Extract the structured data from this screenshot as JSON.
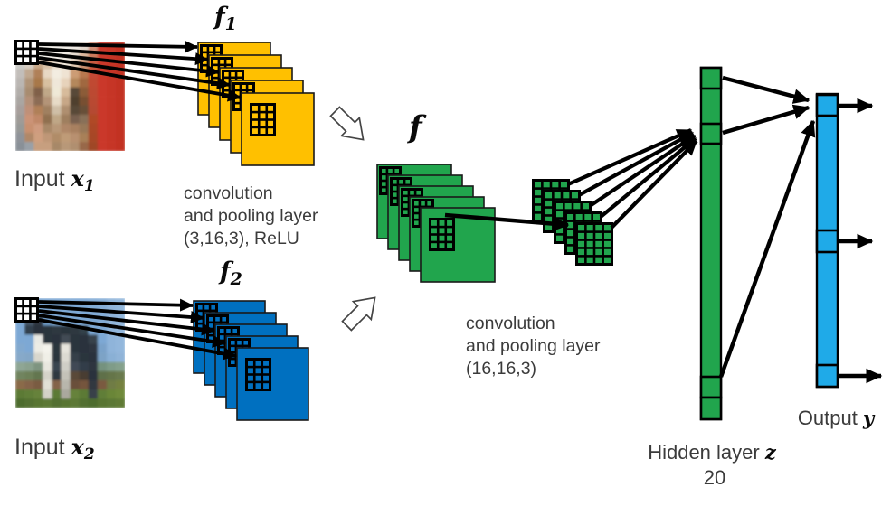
{
  "colors": {
    "map_yellow": "#FFC000",
    "map_blue": "#0070C0",
    "map_green": "#21A54D",
    "hidden_green": "#21A54D",
    "output_blue": "#1FAAE8",
    "arrow": "#000000",
    "text": "#3b3b3b"
  },
  "labels": {
    "f1": {
      "main": "f",
      "sub": "1"
    },
    "f2": {
      "main": "f",
      "sub": "2"
    },
    "f": {
      "main": "f"
    },
    "input1": {
      "prefix": "Input ",
      "var": "x",
      "sub": "1"
    },
    "input2": {
      "prefix": "Input ",
      "var": "x",
      "sub": "2"
    },
    "conv1": {
      "line1": "convolution",
      "line2": "and pooling layer",
      "line3": "(3,16,3), ReLU"
    },
    "conv2": {
      "line1": "convolution",
      "line2": "and pooling layer",
      "line3": "(16,16,3)"
    },
    "hidden": {
      "prefix": "Hidden layer ",
      "var": "z",
      "size": "20"
    },
    "output": {
      "prefix": "Output ",
      "var": "y"
    }
  },
  "images": {
    "input1": {
      "alt": "blurry dog photo on red background",
      "pixels": [
        [
          "#d6d6d2",
          "#e2e0dc",
          "#ebeae5",
          "#f0eee8",
          "#f2efe9",
          "#f0ece6",
          "#eee8e2",
          "#e4d8ce",
          "#d19079",
          "#ca392a",
          "#c63425",
          "#c23021"
        ],
        [
          "#d2d2ce",
          "#e0deda",
          "#ecebe4",
          "#f2efe9",
          "#f2eee7",
          "#eee9e2",
          "#e6dbd0",
          "#d8b49a",
          "#cb7a5c",
          "#ca392a",
          "#c63425",
          "#c23021"
        ],
        [
          "#cacac6",
          "#d6cdc2",
          "#c8a888",
          "#d8c0a4",
          "#ebdecf",
          "#efe7db",
          "#e0c8b0",
          "#c89070",
          "#c75a40",
          "#ca392a",
          "#c63425",
          "#c23021"
        ],
        [
          "#c2beba",
          "#c0a890",
          "#b08058",
          "#e8d8c4",
          "#f3ede1",
          "#efe3d3",
          "#cc9c74",
          "#b87850",
          "#c44a34",
          "#ca392a",
          "#c63425",
          "#c23021"
        ],
        [
          "#bab6b2",
          "#b09478",
          "#a87848",
          "#d8c0a0",
          "#efe7d9",
          "#e7d3bb",
          "#b4885c",
          "#a06840",
          "#c04830",
          "#ca392a",
          "#c63425",
          "#c23021"
        ],
        [
          "#b2aeaa",
          "#a88c70",
          "#806048",
          "#c0a888",
          "#efe9d7",
          "#d7bb9b",
          "#594939",
          "#8c5c38",
          "#bc4830",
          "#ca392a",
          "#c63425",
          "#c23021"
        ],
        [
          "#aaa6a2",
          "#b49078",
          "#8c6c54",
          "#b49478",
          "#e7dbc7",
          "#c7a787",
          "#4f3f2f",
          "#785030",
          "#b94830",
          "#ca392a",
          "#c63425",
          "#c23021"
        ],
        [
          "#a79f9b",
          "#c09078",
          "#b08058",
          "#a08060",
          "#cfbfa7",
          "#af8f6f",
          "#584838",
          "#685038",
          "#b54830",
          "#ca392a",
          "#c63425",
          "#c23021"
        ],
        [
          "#9f9b97",
          "#cb9377",
          "#c08868",
          "#907050",
          "#bfa787",
          "#9f7f5f",
          "#786050",
          "#887058",
          "#b04828",
          "#ca392a",
          "#c63425",
          "#c23021"
        ],
        [
          "#979997",
          "#c89070",
          "#cf9b7f",
          "#a88868",
          "#b89878",
          "#af8767",
          "#a88060",
          "#987858",
          "#ab4728",
          "#ca392a",
          "#c63425",
          "#c23021"
        ],
        [
          "#8f9399",
          "#b08868",
          "#cf9f7f",
          "#bf9777",
          "#b08c68",
          "#bf9b77",
          "#b89070",
          "#a88058",
          "#a74728",
          "#ca392a",
          "#c63425",
          "#c23021"
        ],
        [
          "#899097",
          "#99a0a7",
          "#c79f7f",
          "#c79f7f",
          "#a78867",
          "#b89878",
          "#b08f6f",
          "#986848",
          "#9f4728",
          "#ca392a",
          "#c63425",
          "#c23021"
        ]
      ]
    },
    "input2": {
      "alt": "blurry horse photo in field",
      "pixels": [
        [
          "#79a5d2",
          "#79a5d2",
          "#79a5d2",
          "#7da8d4",
          "#7da8d4",
          "#7da8d4",
          "#7da8d4",
          "#7da8d4",
          "#81abd6",
          "#85add7",
          "#8fb4da",
          "#93b7dc"
        ],
        [
          "#7da8d4",
          "#7da8d4",
          "#7da8d4",
          "#7da8d4",
          "#7da8d4",
          "#7da8d4",
          "#7da8d4",
          "#7da8d4",
          "#81abd6",
          "#85add7",
          "#8fb4da",
          "#93b7dc"
        ],
        [
          "#7da8d4",
          "#47586a",
          "#2d3640",
          "#6f9cc8",
          "#7da8d4",
          "#7da8d4",
          "#7da8d4",
          "#7da8d4",
          "#7da8d4",
          "#82abd5",
          "#8fb4da",
          "#93b7dc"
        ],
        [
          "#7da8d4",
          "#32404e",
          "#2a323c",
          "#2c343c",
          "#2f3840",
          "#2c343c",
          "#2f3840",
          "#33404a",
          "#7da8d4",
          "#7da8d4",
          "#8fb4da",
          "#93b7dc"
        ],
        [
          "#7da8d4",
          "#7da8d4",
          "#e9e9e4",
          "#2c343c",
          "#2a323c",
          "#434c54",
          "#2c343c",
          "#2a323c",
          "#38424c",
          "#7da8d4",
          "#8fb4da",
          "#93b7dc"
        ],
        [
          "#82a9cf",
          "#7da8d4",
          "#edece5",
          "#f4f3ec",
          "#2c343c",
          "#e6e4dc",
          "#2c343c",
          "#2a323c",
          "#2d3540",
          "#7aa2c9",
          "#8fb4da",
          "#93b7dc"
        ],
        [
          "#87a9c9",
          "#84a7c7",
          "#d9d7cd",
          "#f0efe7",
          "#2c343c",
          "#dcdad2",
          "#35404a",
          "#2c343c",
          "#2a323c",
          "#7da3c6",
          "#8ab0d5",
          "#90b4d8"
        ],
        [
          "#8fa694",
          "#8aa18e",
          "#7e9480",
          "#e8e7df",
          "#394450",
          "#cfcec6",
          "#404a54",
          "#333e48",
          "#2d3640",
          "#75927e",
          "#7f9c88",
          "#85a18c"
        ],
        [
          "#71845e",
          "#6d8058",
          "#637650",
          "#d5d3c9",
          "#2f3840",
          "#c4c2b8",
          "#5a4a38",
          "#4a3e30",
          "#2a323c",
          "#5f7048",
          "#657548",
          "#6b7a4e"
        ],
        [
          "#8a6a48",
          "#84644a",
          "#7a5c42",
          "#e2e0d6",
          "#84644a",
          "#b8b6ac",
          "#6a503a",
          "#74543c",
          "#303840",
          "#7a5a40",
          "#6f7c44",
          "#74813f"
        ],
        [
          "#5c7a36",
          "#617e38",
          "#66823a",
          "#d4d2c8",
          "#5c7a36",
          "#aaa89e",
          "#66823a",
          "#5c7a36",
          "#384048",
          "#617e38",
          "#6b8638",
          "#708a3a"
        ],
        [
          "#4e6c2e",
          "#537030",
          "#587432",
          "#5c7834",
          "#537030",
          "#587432",
          "#5c7834",
          "#537030",
          "#4e6c2e",
          "#587432",
          "#5c7834",
          "#617a36"
        ]
      ]
    }
  }
}
